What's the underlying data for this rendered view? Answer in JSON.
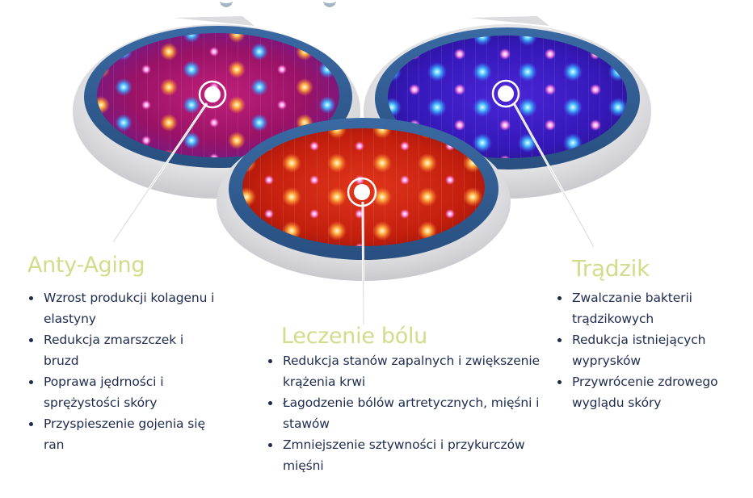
{
  "colors": {
    "background": "#ffffff",
    "heading": "#d3dc8a",
    "body_text": "#1e2b4e",
    "device_body": "#e6e6e8",
    "device_ring": "#2f5a8f",
    "screen_mixed": "#a0156a",
    "screen_red": "#c8200e",
    "screen_blue": "#3a1fc4",
    "led_red": "#ffb347",
    "led_blue": "#4fc3ff",
    "led_pink": "#ff9ee8",
    "pointer": "#ffffff"
  },
  "devices": [
    {
      "id": "anti-aging-device",
      "light": "red + blue mixed"
    },
    {
      "id": "acne-device",
      "light": "blue"
    },
    {
      "id": "pain-device",
      "light": "red"
    }
  ],
  "sections": {
    "anti_aging": {
      "title": "Anty-Aging",
      "items": [
        "Wzrost produkcji kolagenu i elastyny",
        "Redukcja zmarszczek i bruzd",
        "Poprawa jędrności i sprężystości skóry",
        "Przyspieszenie gojenia się ran"
      ]
    },
    "pain": {
      "title": "Leczenie bólu",
      "items": [
        "Redukcja stanów zapalnych i zwiększenie krążenia krwi",
        "Łagodzenie bólów artretycznych, mięśni i stawów",
        "Zmniejszenie sztywności i przykurczów mięśni"
      ]
    },
    "acne": {
      "title": "Trądzik",
      "items": [
        "Zwalczanie bakterii trądzikowych",
        "Redukcja istniejących wyprysków",
        "Przywrócenie zdrowego wyglądu skóry"
      ]
    }
  }
}
